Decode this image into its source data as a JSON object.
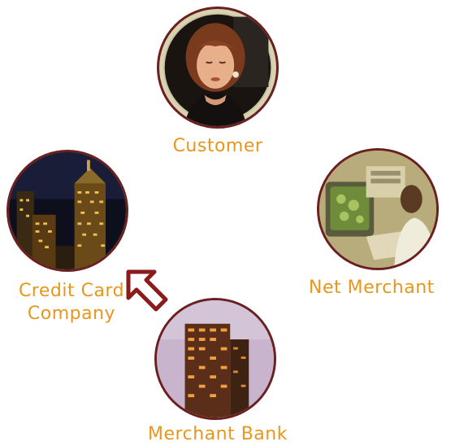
{
  "nodes": {
    "customer": {
      "label": "Customer",
      "photo": "woman-portrait"
    },
    "credit_card_company": {
      "label_line1": "Credit Card",
      "label_line2": "Company",
      "photo": "city-skyline-night"
    },
    "net_merchant": {
      "label": "Net Merchant",
      "photo": "man-at-computer"
    },
    "merchant_bank": {
      "label": "Merchant Bank",
      "photo": "office-tower-dusk"
    }
  },
  "arrow": {
    "icon": "outline-arrow-icon",
    "points_to": "credit_card_company"
  },
  "colors": {
    "label": "#e8961c",
    "ring": "#c8c1a0",
    "ring_border": "#6b2020",
    "arrow": "#8b1a1a"
  }
}
